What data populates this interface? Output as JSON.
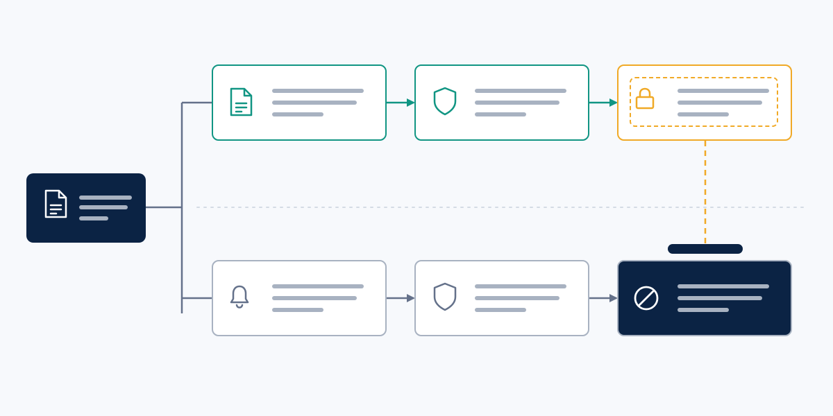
{
  "colors": {
    "background": "#f7f9fc",
    "navy": "#0b2344",
    "teal": "#119583",
    "amber": "#f0a926",
    "slate": "#64718a",
    "line_gray": "#a8b2c1",
    "divider": "#d4dbe4"
  },
  "nodes": [
    {
      "id": "source",
      "style": "dark",
      "icon": "document-icon"
    },
    {
      "id": "top-1",
      "style": "teal",
      "icon": "document-icon"
    },
    {
      "id": "top-2",
      "style": "teal",
      "icon": "shield-icon"
    },
    {
      "id": "top-3",
      "style": "amber",
      "icon": "lock-icon"
    },
    {
      "id": "bottom-1",
      "style": "gray",
      "icon": "bell-icon"
    },
    {
      "id": "bottom-2",
      "style": "gray",
      "icon": "shield-icon"
    },
    {
      "id": "bottom-3",
      "style": "dark",
      "icon": "blocked-icon"
    }
  ],
  "connections": [
    {
      "from": "source",
      "to": "top-1",
      "style": "slate-branch"
    },
    {
      "from": "source",
      "to": "bottom-1",
      "style": "slate-branch"
    },
    {
      "from": "top-1",
      "to": "top-2",
      "style": "teal-arrow"
    },
    {
      "from": "top-2",
      "to": "top-3",
      "style": "teal-arrow"
    },
    {
      "from": "bottom-1",
      "to": "bottom-2",
      "style": "slate-arrow"
    },
    {
      "from": "bottom-2",
      "to": "bottom-3",
      "style": "slate-arrow"
    },
    {
      "from": "top-3",
      "to": "bottom-3",
      "style": "amber-dashed"
    }
  ]
}
